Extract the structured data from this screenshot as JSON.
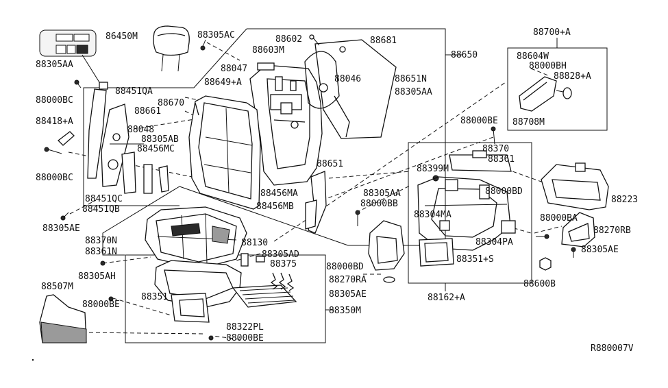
{
  "diagram": {
    "ref_code": "R880007V",
    "labels": {
      "p86450M": "86450M",
      "p88305AC": "88305AC",
      "p88602": "88602",
      "p88681": "88681",
      "p88650": "88650",
      "p88603M": "88603M",
      "p88047": "88047",
      "p88649A": "88649+A",
      "p88046": "88046",
      "p88651N": "88651N",
      "p88305AA_top": "88305AA",
      "p88305AA_left": "88305AA",
      "p88000BC_top": "88000BC",
      "p88451QA": "88451QA",
      "p88670": "88670",
      "p88661": "88661",
      "p88418A": "88418+A",
      "p88048": "88048",
      "p88305AB": "88305AB",
      "p88456MC": "88456MC",
      "p88000BC_mid": "88000BC",
      "p88451QC": "88451QC",
      "p88451QB": "88451QB",
      "p88305AE_left": "88305AE",
      "p88370N": "88370N",
      "p88361N": "88361N",
      "p88305AH": "88305AH",
      "p88507M": "88507M",
      "p88000BE_left": "88000BE",
      "p88351_left": "88351",
      "p88130": "88130",
      "p88305AD": "88305AD",
      "p88375": "88375",
      "p88350M": "88350M",
      "p88322PL": "88322PL",
      "p88000BE_bottom": "88000BE",
      "p88651": "88651",
      "p88456MA": "88456MA",
      "p88456MB": "88456MB",
      "p88305AA_mid": "88305AA",
      "p88000BB": "88000BB",
      "p88000BD_left": "88000BD",
      "p88270RA": "88270RA",
      "p88305AE_mid": "88305AE",
      "p88700A": "88700+A",
      "p88604W": "88604W",
      "p88000BH": "88000BH",
      "p88828A": "88828+A",
      "p88708M": "88708M",
      "p88000BE_right": "88000BE",
      "p88370": "88370",
      "p88361": "88361",
      "p88399M": "88399M",
      "p88000BD_right": "88000BD",
      "p88304MA": "88304MA",
      "p88304PA": "88304PA",
      "p88351S": "88351+S",
      "p88162A": "88162+A",
      "p88223": "88223",
      "p88000BA": "88000BA",
      "p88270RB": "88270RB",
      "p88305AE_right": "88305AE",
      "p88600B": "88600B"
    }
  }
}
